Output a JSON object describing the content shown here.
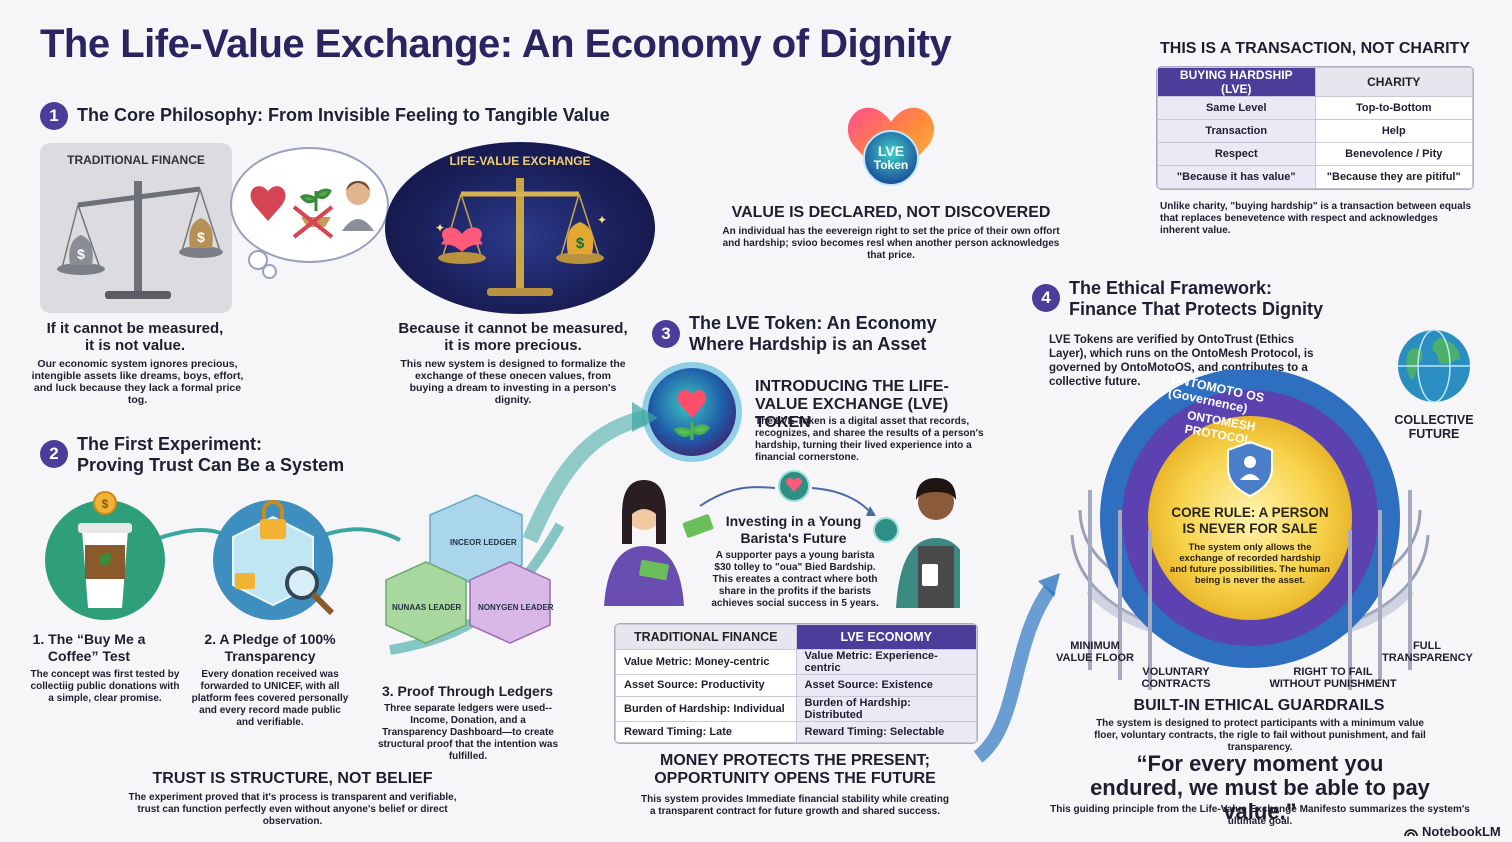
{
  "title": "The Life-Value Exchange: An Economy of Dignity",
  "s1": {
    "num": "1",
    "heading": "The Core Philosophy: From Invisible Feeling to Tangible Value",
    "trad_label": "TRADITIONAL FINANCE",
    "lve_label": "LIFE-VALUE EXCHANGE",
    "left_title": "If it cannot be measured, it is not value.",
    "left_body": "Our economic system ignores precious, intengible assets like dreams, boys, effort, and luck because they lack a formal price tog.",
    "right_title": "Because it cannot be measured, it is more precious.",
    "right_body": "This new system is designed to formalize the exchange of these onecen values, from buying a dream to investing in a person's dignity."
  },
  "token_badge": {
    "line1": "LVE",
    "line2": "Token"
  },
  "declared": {
    "title": "VALUE IS DECLARED, NOT DISCOVERED",
    "body": "An individual has the eevereign right to set the price of their own offort and hardship; svioo becomes resl when another person acknowledges that price."
  },
  "charity": {
    "title": "THIS IS A TRANSACTION, NOT CHARITY",
    "col1": "BUYING HARDSHIP (LVE)",
    "col2": "CHARITY",
    "rows": [
      [
        "Same Level",
        "Top-to-Bottom"
      ],
      [
        "Transaction",
        "Help"
      ],
      [
        "Respect",
        "Benevolence / Pity"
      ],
      [
        "\"Because it has value\"",
        "\"Because they are pitiful\""
      ]
    ],
    "note": "Unlike charity, \"buying hardship\" is a transaction between equals that replaces benevetence with respect and acknowledges inherent value."
  },
  "s2": {
    "num": "2",
    "heading_l1": "The First Experiment:",
    "heading_l2": "Proving Trust Can Be a System",
    "step1_title": "1. The “Buy Me a Coffee” Test",
    "step1_body": "The concept was first tested by collectiig public donations with a simple, clear promise.",
    "step2_title": "2. A Pledge of 100% Transparency",
    "step2_body": "Every donation received was forwarded to UNICEF, with all platform fees covered personally and every record made public and verifiable.",
    "step3_title": "3. Proof Through Ledgers",
    "step3_body": "Three separate ledgers were used--Income, Donation, and a Transparency Dashboard—to create structural proof that the intention was fulfilled.",
    "cube1": "INCEOR LEDGER",
    "cube2": "NUNAAS LEADER",
    "cube3": "NONYGEN LEADER",
    "trust_title": "TRUST IS STRUCTURE, NOT BELIEF",
    "trust_body": "The experiment proved that it's process is transparent and verifiable, trust can function perfectly even without anyone's belief or direct observation."
  },
  "s3": {
    "num": "3",
    "heading_l1": "The LVE Token: An Economy",
    "heading_l2": "Where Hardship is an Asset",
    "intro_title": "INTRODUCING THE LIFE-VALUE EXCHANGE (LVE) TOKEN",
    "intro_body": "The LVE Token is a digital asset that records, recognizes, and sharee the results of a person's hardship, turning their lived experience into a financial cornerstone.",
    "barista_title": "Investing in a Young Barista's Future",
    "barista_body": "A supporter pays a young barista $30 tolley to \"oua\" Bied Bardship. This ereates a contract where both share in the profits if the barists achieves social success in 5 years.",
    "table_col1": "TRADITIONAL FINANCE",
    "table_col2": "LVE ECONOMY",
    "table_rows": [
      [
        "Value Metric: Money-centric",
        "Value Metric: Experience-centric"
      ],
      [
        "Asset Source: Productivity",
        "Asset Source: Existence"
      ],
      [
        "Burden of Hardship: Individual",
        "Burden of Hardship: Distributed"
      ],
      [
        "Reward Timing: Late",
        "Reward Timing: Selectable"
      ]
    ],
    "money_title": "MONEY PROTECTS THE PRESENT; OPPORTUNITY OPENS THE FUTURE",
    "money_body": "This system provides Immediate financial stability while creating a transparent contract for future growth and shared success."
  },
  "s4": {
    "num": "4",
    "heading_l1": "The Ethical Framework:",
    "heading_l2": "Finance That Protects Dignity",
    "body": "LVE Tokens are verified by OntoTrust (Ethics Layer), which runs on the OntoMesh Protocol, is governed by OntoMotoOS, and contributes to a collective future.",
    "ring_outer": "ONTOMOTO OS (Governence)",
    "ring_inner": "ONTOMESH PROTOCOL",
    "core_title": "CORE RULE: A PERSON IS NEVER FOR SALE",
    "core_body": "The system only allows the exchange of recorded hardship and future possibilities. The human being is never the asset.",
    "collective": "COLLECTIVE FUTURE",
    "g_min": "MINIMUM VALUE FLOOR",
    "g_vol": "VOLUNTARY CONTRACTS",
    "g_fail": "RIGHT TO FAIL WITHOUT PUNISHMENT",
    "g_full": "FULL TRANSPARENCY",
    "guard_title": "BUILT-IN ETHICAL GUARDRAILS",
    "guard_body": "The system is designed to protect participants with a minimum value floer, voluntary contracts, the rigle to fail without punishment, and fail transparency.",
    "quote": "“For every moment you endured, we must be able to pay value.”",
    "quote_body": "This guiding principle from the Life-Value Exchange Manifesto summarizes the system's ultimate goal."
  },
  "brand": "NotebookLM",
  "colors": {
    "accent": "#4b3d9a",
    "title": "#2a2560",
    "teal": "#2f8f86",
    "gold": "#f2b233"
  }
}
